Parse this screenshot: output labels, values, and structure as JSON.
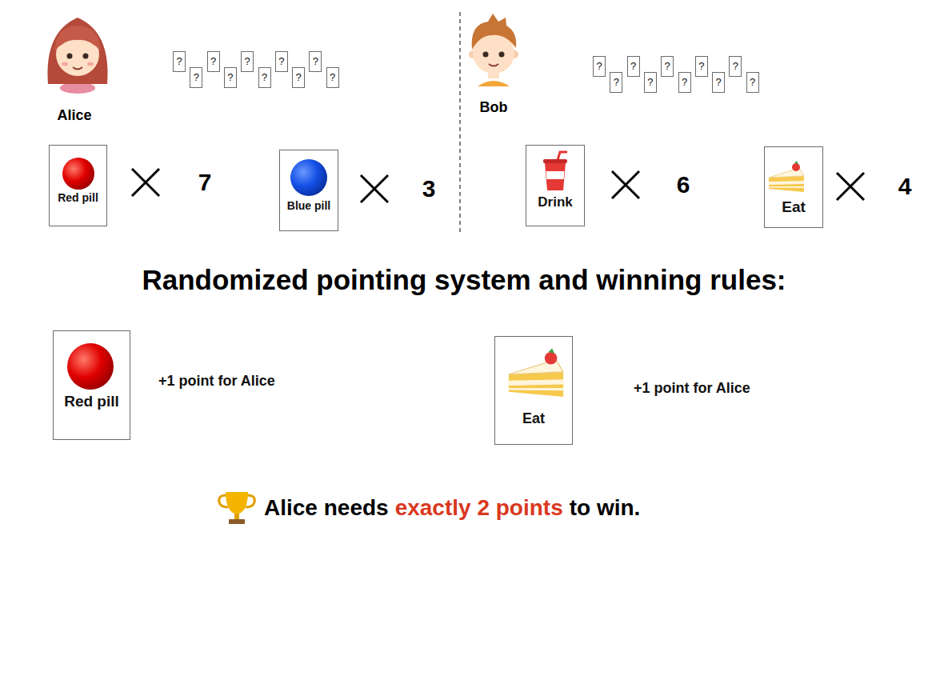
{
  "diagram": {
    "title": "Randomized pointing system and winning rules:",
    "nodes": [
      {
        "text": [
          "?"
        ]
      },
      {
        "text": [
          "?"
        ]
      },
      {
        "text": [
          "?"
        ]
      },
      {
        "text": [
          "?"
        ]
      },
      {
        "text": [
          "?"
        ]
      },
      {
        "text": [
          "?"
        ]
      },
      {
        "text": [
          "?"
        ]
      },
      {
        "text": [
          "?"
        ]
      },
      {
        "text": [
          "?"
        ]
      },
      {
        "text": [
          "?"
        ]
      },
      {
        "text": [
          "?"
        ]
      },
      {
        "text": [
          "?"
        ]
      },
      {
        "text": [
          "?"
        ]
      },
      {
        "text": [
          "?"
        ]
      },
      {
        "text": [
          "?"
        ]
      },
      {
        "text": [
          "?"
        ]
      },
      {
        "text": [
          "?"
        ]
      },
      {
        "text": [
          "?"
        ]
      },
      {
        "text": [
          "?"
        ]
      },
      {
        "text": [
          "?"
        ]
      },
      {
        "text": [
          "Red pill"
        ]
      },
      {
        "text": [
          "Blue pill"
        ]
      },
      {
        "text": [
          "Drink"
        ]
      },
      {
        "text": [
          "Eat"
        ]
      },
      {
        "text": [
          "Red pill"
        ]
      },
      {
        "text": [
          "Eat"
        ]
      }
    ],
    "labels": [
      "Alice",
      "Bob",
      "7",
      "3",
      "6",
      "4",
      "+1 point for Alice",
      "+1 point for Alice",
      "Alice needs",
      "exactly 2 points",
      "to win."
    ]
  }
}
